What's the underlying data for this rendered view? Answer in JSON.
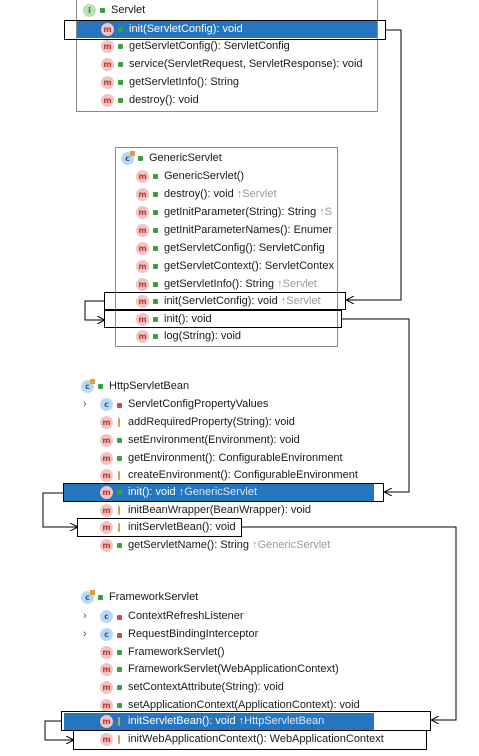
{
  "servlet": {
    "title": "Servlet",
    "methods": [
      {
        "sig": "init(ServletConfig): void",
        "selected": true
      },
      {
        "sig": "getServletConfig(): ServletConfig"
      },
      {
        "sig": "service(ServletRequest, ServletResponse): void"
      },
      {
        "sig": "getServletInfo(): String"
      },
      {
        "sig": "destroy(): void"
      }
    ]
  },
  "generic_servlet": {
    "title": "GenericServlet",
    "methods": [
      {
        "sig": "GenericServlet()"
      },
      {
        "sig": "destroy(): void",
        "inherited": "↑Servlet"
      },
      {
        "sig": "getInitParameter(String): String",
        "inherited": "↑S"
      },
      {
        "sig": "getInitParameterNames(): Enumer"
      },
      {
        "sig": "getServletConfig(): ServletConfig"
      },
      {
        "sig": "getServletContext(): ServletContex"
      },
      {
        "sig": "getServletInfo(): String",
        "inherited": "↑Servlet"
      },
      {
        "sig": "init(ServletConfig): void",
        "inherited": "↑Servlet"
      },
      {
        "sig": "init(): void"
      },
      {
        "sig": "log(String): void"
      }
    ]
  },
  "http_servlet_bean": {
    "title": "HttpServletBean",
    "inner_class": "ServletConfigPropertyValues",
    "methods": [
      {
        "sig": "addRequiredProperty(String): void"
      },
      {
        "sig": "setEnvironment(Environment): void"
      },
      {
        "sig": "getEnvironment(): ConfigurableEnvironment"
      },
      {
        "sig": "createEnvironment(): ConfigurableEnvironment"
      },
      {
        "sig": "init(): void",
        "inherited": "↑GenericServlet",
        "selected": true
      },
      {
        "sig": "initBeanWrapper(BeanWrapper): void"
      },
      {
        "sig": "initServletBean(): void"
      },
      {
        "sig": "getServletName(): String",
        "inherited": "↑GenericServlet"
      }
    ]
  },
  "framework_servlet": {
    "title": "FrameworkServlet",
    "inner_classes": [
      "ContextRefreshListener",
      "RequestBindingInterceptor"
    ],
    "methods": [
      {
        "sig": "FrameworkServlet()"
      },
      {
        "sig": "FrameworkServlet(WebApplicationContext)"
      },
      {
        "sig": "setContextAttribute(String): void"
      },
      {
        "sig": "setApplicationContext(ApplicationContext): void"
      },
      {
        "sig": "initServletBean(): void",
        "inherited": "↑HttpServletBean",
        "selected": true
      },
      {
        "sig": "initWebApplicationContext(): WebApplicationContext"
      }
    ]
  },
  "icons": {
    "method": "m",
    "class": "c",
    "interface": "i",
    "expand": "›"
  },
  "colors": {
    "selection": "#2675bf",
    "method_icon_bg": "#f0c4c4",
    "class_icon_bg": "#bcd7f2",
    "inherited_text": "#9a9a9a"
  }
}
